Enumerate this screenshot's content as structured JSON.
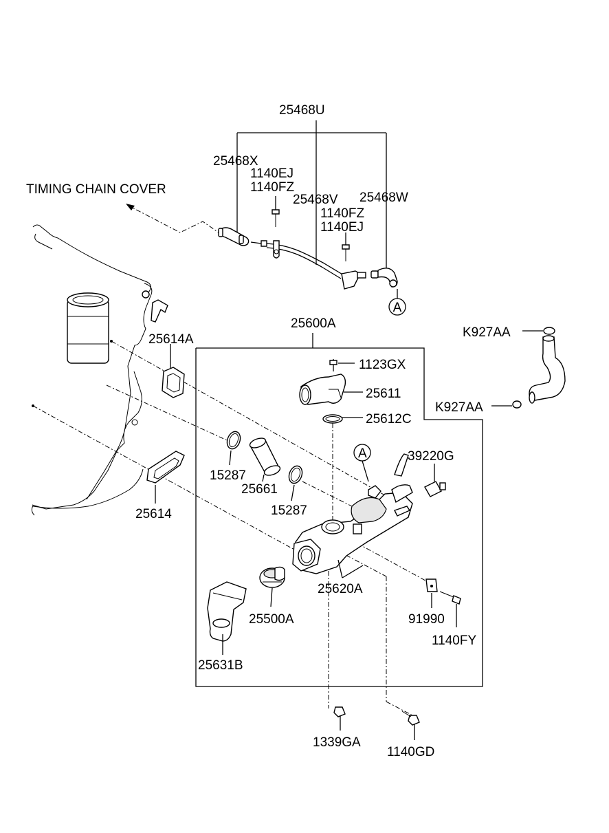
{
  "labels": {
    "p25468U": "25468U",
    "p25468X": "25468X",
    "p1140EJ_a": "1140EJ",
    "p1140FZ_a": "1140FZ",
    "p25468V": "25468V",
    "p25468W": "25468W",
    "p1140FZ_b": "1140FZ",
    "p1140EJ_b": "1140EJ",
    "timing_chain_cover": "TIMING CHAIN COVER",
    "p25600A": "25600A",
    "p25614A": "25614A",
    "p1123GX": "1123GX",
    "p25611": "25611",
    "p25612C": "25612C",
    "pK927AA_a": "K927AA",
    "pK927AA_b": "K927AA",
    "p39220G": "39220G",
    "p15287_a": "15287",
    "p25661": "25661",
    "p15287_b": "15287",
    "p25614": "25614",
    "p25620A": "25620A",
    "p25500A": "25500A",
    "p91990": "91990",
    "p1140FY": "1140FY",
    "p25631B": "25631B",
    "p1339GA": "1339GA",
    "p1140GD": "1140GD",
    "ref_a_top": "A",
    "ref_a_mid": "A"
  }
}
